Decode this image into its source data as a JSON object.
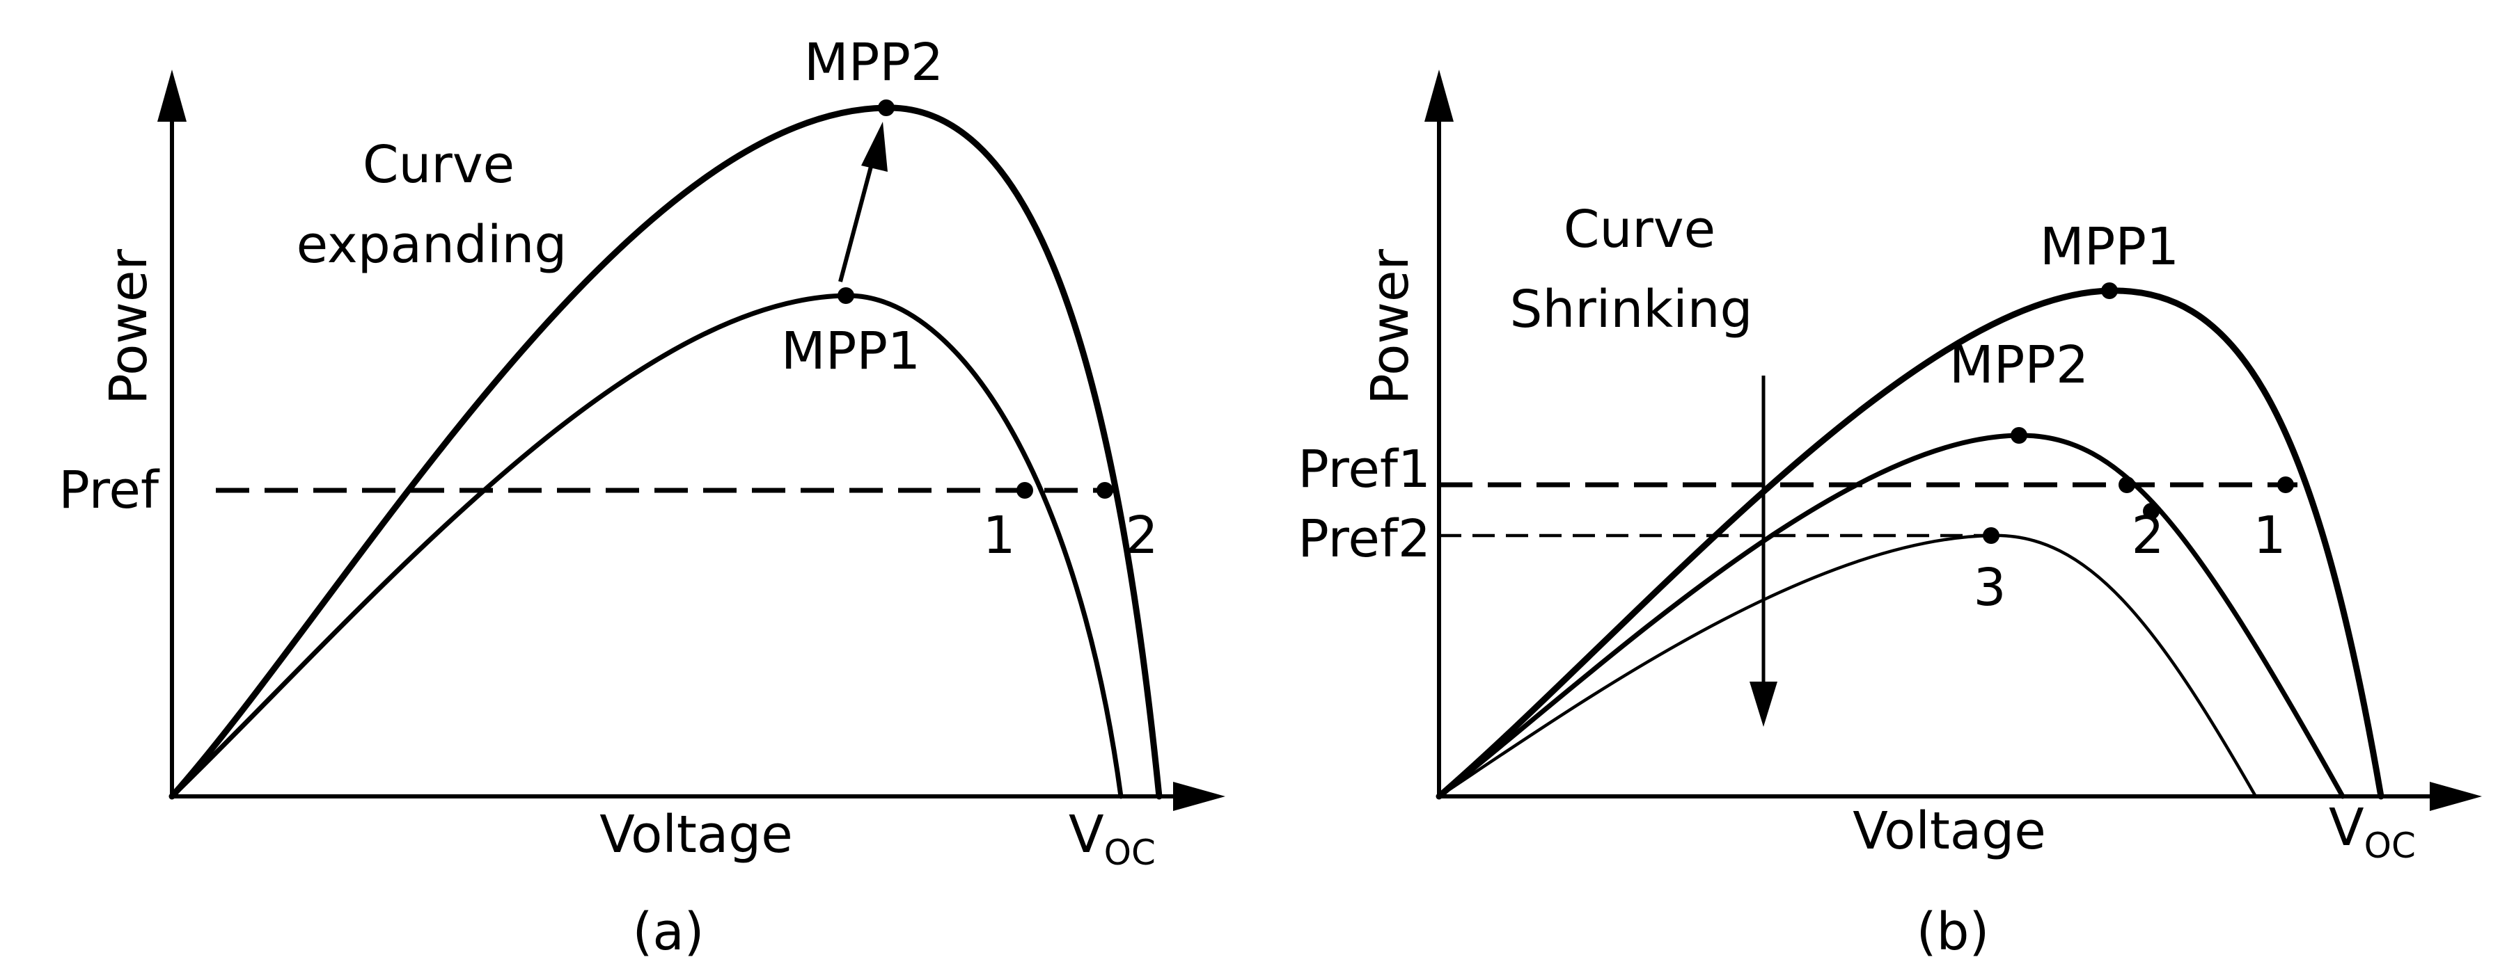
{
  "panel_a": {
    "y_label": "Power",
    "x_label": "Voltage",
    "pref_label": "Pref",
    "curve_label_line1": "Curve",
    "curve_label_line2": "expanding",
    "mpp1_label": "MPP1",
    "mpp2_label": "MPP2",
    "point1_label": "1",
    "point2_label": "2",
    "voc_main": "V",
    "voc_sub": "OC",
    "caption": "(a)"
  },
  "panel_b": {
    "y_label": "Power",
    "x_label": "Voltage",
    "pref1_label": "Pref1",
    "pref2_label": "Pref2",
    "curve_label_line1": "Curve",
    "curve_label_line2": "Shrinking",
    "mpp1_label": "MPP1",
    "mpp2_label": "MPP2",
    "point1_label": "1",
    "point2_label": "2",
    "point3_label": "3",
    "voc_main": "V",
    "voc_sub": "OC",
    "caption": "(b)"
  }
}
